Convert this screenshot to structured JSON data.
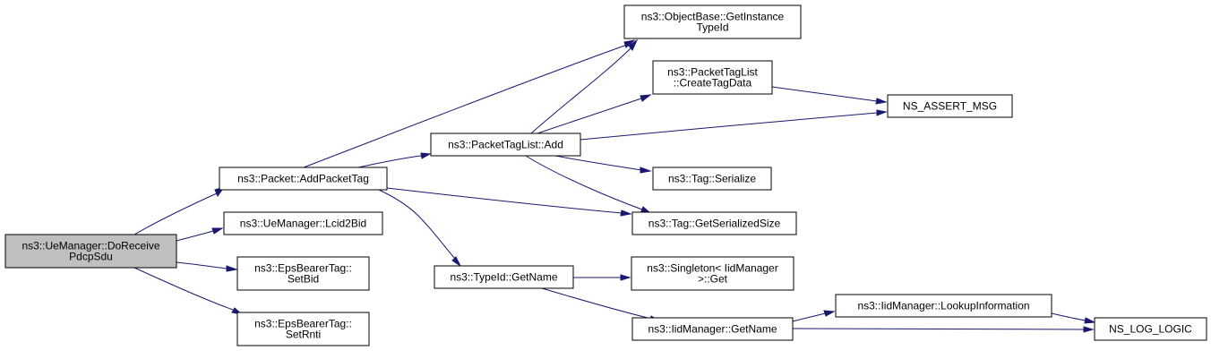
{
  "diagram": {
    "colors": {
      "node_fill": "#ffffff",
      "root_fill": "#bfbfbf",
      "edge": "#191970",
      "border": "#000000"
    },
    "nodes": [
      {
        "id": "uemgr_doreceive",
        "lines": [
          "ns3::UeManager::DoReceive",
          "PdcpSdu"
        ],
        "root": true
      },
      {
        "id": "packet_addpackettag",
        "lines": [
          "ns3::Packet::AddPacketTag"
        ]
      },
      {
        "id": "uemgr_lcid2bid",
        "lines": [
          "ns3::UeManager::Lcid2Bid"
        ]
      },
      {
        "id": "epsbearertag_setbid",
        "lines": [
          "ns3::EpsBearerTag::",
          "SetBid"
        ]
      },
      {
        "id": "epsbearertag_setrnti",
        "lines": [
          "ns3::EpsBearerTag::",
          "SetRnti"
        ]
      },
      {
        "id": "objectbase_getinstancetypeid",
        "lines": [
          "ns3::ObjectBase::GetInstance",
          "TypeId"
        ]
      },
      {
        "id": "packettaglist_createtagdata",
        "lines": [
          "ns3::PacketTagList",
          "::CreateTagData"
        ]
      },
      {
        "id": "packettaglist_add",
        "lines": [
          "ns3::PacketTagList::Add"
        ]
      },
      {
        "id": "tag_serialize",
        "lines": [
          "ns3::Tag::Serialize"
        ]
      },
      {
        "id": "tag_getserializedsize",
        "lines": [
          "ns3::Tag::GetSerializedSize"
        ]
      },
      {
        "id": "typeid_getname",
        "lines": [
          "ns3::TypeId::GetName"
        ]
      },
      {
        "id": "singleton_get",
        "lines": [
          "ns3::Singleton< IidManager",
          " >::Get"
        ]
      },
      {
        "id": "iidmanager_getname",
        "lines": [
          "ns3::IidManager::GetName"
        ]
      },
      {
        "id": "iidmanager_lookupinformation",
        "lines": [
          "ns3::IidManager::LookupInformation"
        ]
      },
      {
        "id": "ns_assert_msg",
        "lines": [
          "NS_ASSERT_MSG"
        ]
      },
      {
        "id": "ns_log_logic",
        "lines": [
          "NS_LOG_LOGIC"
        ]
      }
    ],
    "edges": [
      {
        "from": "uemgr_doreceive",
        "to": "packet_addpackettag"
      },
      {
        "from": "uemgr_doreceive",
        "to": "uemgr_lcid2bid"
      },
      {
        "from": "uemgr_doreceive",
        "to": "epsbearertag_setbid"
      },
      {
        "from": "uemgr_doreceive",
        "to": "epsbearertag_setrnti"
      },
      {
        "from": "packet_addpackettag",
        "to": "objectbase_getinstancetypeid"
      },
      {
        "from": "packet_addpackettag",
        "to": "packettaglist_add"
      },
      {
        "from": "packet_addpackettag",
        "to": "tag_getserializedsize"
      },
      {
        "from": "packet_addpackettag",
        "to": "typeid_getname"
      },
      {
        "from": "packettaglist_add",
        "to": "objectbase_getinstancetypeid"
      },
      {
        "from": "packettaglist_add",
        "to": "packettaglist_createtagdata"
      },
      {
        "from": "packettaglist_add",
        "to": "ns_assert_msg"
      },
      {
        "from": "packettaglist_add",
        "to": "tag_serialize"
      },
      {
        "from": "packettaglist_add",
        "to": "tag_getserializedsize"
      },
      {
        "from": "packettaglist_createtagdata",
        "to": "ns_assert_msg"
      },
      {
        "from": "typeid_getname",
        "to": "singleton_get"
      },
      {
        "from": "typeid_getname",
        "to": "iidmanager_getname"
      },
      {
        "from": "iidmanager_getname",
        "to": "iidmanager_lookupinformation"
      },
      {
        "from": "iidmanager_getname",
        "to": "ns_log_logic"
      },
      {
        "from": "iidmanager_lookupinformation",
        "to": "ns_log_logic"
      }
    ]
  }
}
